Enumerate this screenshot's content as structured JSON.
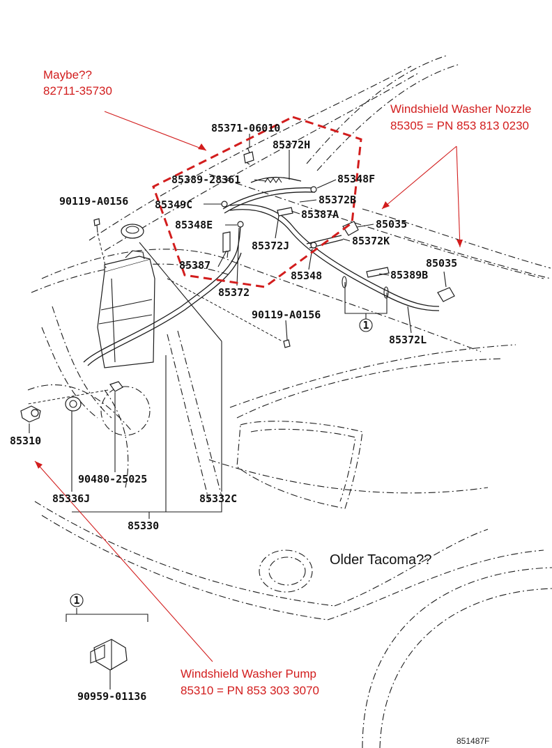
{
  "notes": {
    "maybe_line1": "Maybe??",
    "maybe_line2": "82711-35730",
    "nozzle_title": "Windshield Washer Nozzle",
    "nozzle_pn": "85305  = PN 853 813 0230",
    "pump_title": "Windshield Washer Pump",
    "pump_pn": "85310  = PN  853 303 3070",
    "older_tacoma": "Older Tacoma??"
  },
  "parts": {
    "p85371_06010": "85371-06010",
    "p85372H": "85372H",
    "p85389_28361": "85389-28361",
    "p85348F": "85348F",
    "p90119_A0156_a": "90119-A0156",
    "p85349C": "85349C",
    "p85372B": "85372B",
    "p85387A": "85387A",
    "p85348E": "85348E",
    "p85035_a": "85035",
    "p85372J": "85372J",
    "p85372K": "85372K",
    "p85387": "85387",
    "p85035_b": "85035",
    "p85348": "85348",
    "p85389B": "85389B",
    "p85372": "85372",
    "p90119_A0156_b": "90119-A0156",
    "p85372L": "85372L",
    "p85310": "85310",
    "p90480_25025": "90480-25025",
    "p85336J": "85336J",
    "p85332C": "85332C",
    "p85330": "85330",
    "p90959_01136": "90959-01136",
    "callout_1a": "1",
    "callout_1b": "1"
  },
  "figure_code": "851487F",
  "colors": {
    "annotation_red": "#d21d1d",
    "line_black": "#1a1a1a"
  }
}
